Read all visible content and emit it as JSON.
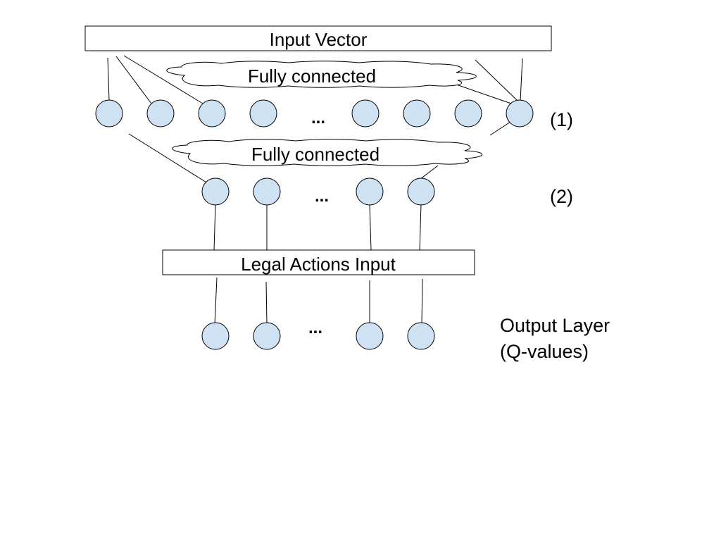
{
  "colors": {
    "node_fill": "#cfe2f3",
    "stroke": "#000000",
    "box_fill": "#ffffff"
  },
  "boxes": {
    "input_vector": "Input Vector",
    "legal_actions": "Legal Actions Input"
  },
  "clouds": {
    "first": "Fully connected",
    "second": "Fully connected"
  },
  "layers": {
    "layer1": {
      "label": "(1)",
      "ellipsis": "..."
    },
    "layer2": {
      "label": "(2)",
      "ellipsis": "..."
    },
    "output": {
      "label_line1": "Output Layer",
      "label_line2": "(Q-values)",
      "ellipsis": "..."
    }
  }
}
